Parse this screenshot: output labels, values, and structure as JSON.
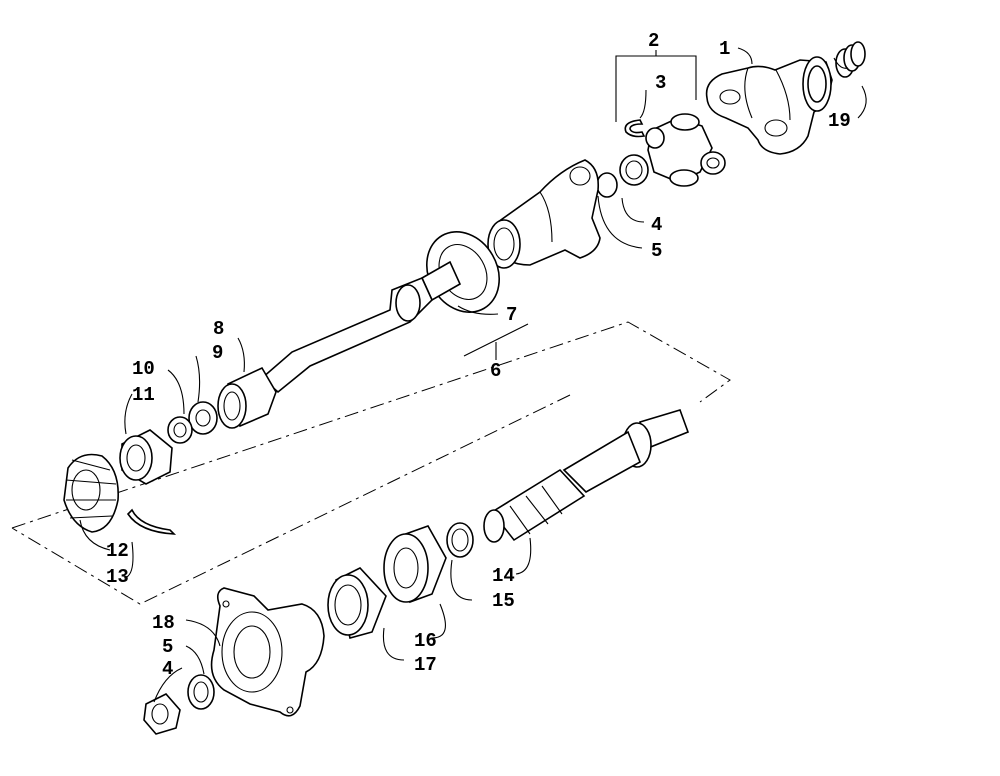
{
  "callouts": [
    {
      "id": "1",
      "text": "1"
    },
    {
      "id": "2",
      "text": "2"
    },
    {
      "id": "3",
      "text": "3"
    },
    {
      "id": "4a",
      "text": "4"
    },
    {
      "id": "5a",
      "text": "5"
    },
    {
      "id": "6",
      "text": "6"
    },
    {
      "id": "7",
      "text": "7"
    },
    {
      "id": "8",
      "text": "8"
    },
    {
      "id": "9",
      "text": "9"
    },
    {
      "id": "10",
      "text": "10"
    },
    {
      "id": "11",
      "text": "11"
    },
    {
      "id": "12",
      "text": "12"
    },
    {
      "id": "13",
      "text": "13"
    },
    {
      "id": "14",
      "text": "14"
    },
    {
      "id": "15",
      "text": "15"
    },
    {
      "id": "16",
      "text": "16"
    },
    {
      "id": "17",
      "text": "17"
    },
    {
      "id": "18",
      "text": "18"
    },
    {
      "id": "5b",
      "text": "5"
    },
    {
      "id": "4b",
      "text": "4"
    },
    {
      "id": "19",
      "text": "19"
    }
  ]
}
